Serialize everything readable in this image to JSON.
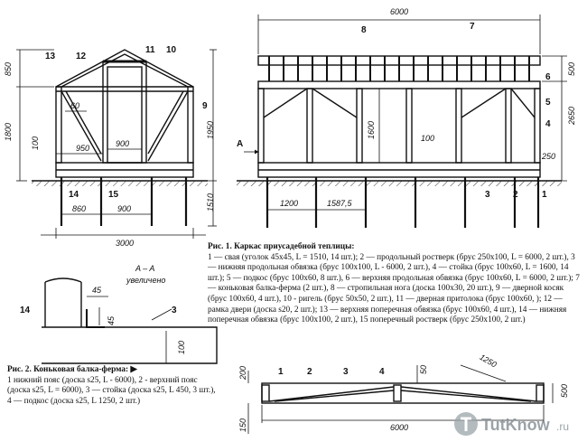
{
  "captions": {
    "fig1_title": "Рис. 1. Каркас приусадебной теплицы:",
    "fig1_legend": "1 — свая (уголок 45x45, L = 1510, 14 шт.); 2 — продольный ростверк (брус 250x100, L = 6000, 2 шт.), 3 — нижняя продольная обвязка (брус 100x100, L - 6000, 2 шт.), 4 — стойка (брус 100x60, L = 1600, 14 шт.); 5 — подкос (брус 100x60, 8 шт.), 6 — верхняя продольная обвязка (брус 100x60, L = 6000, 2 шт.); 7 — коньковая балка-ферма (2 шт.), 8 — стропильная нога (доска 100x30, 20 шт.), 9 — дверной косяк (брус 100x60, 4 шт.), 10 - ригель (брус 50x50, 2 шт.), 11 — дверная притолока (брус 100x60, ); 12 — рамка двери (доска s20, 2 шт.); 13 — верхняя поперечная обвязка (брус 100x60, 4 шт.), 14 — нижняя поперечная обвязка (брус 100x100, 2 шт.), 15 поперечный ростверк (брус 250x100, 2 шт.)",
    "fig2_title": "Рис. 2. Коньковая балка-ферма: ▶",
    "fig2_legend": "1 нижний пояс (доска s25, L - 6000), 2 - верхний пояс (доска s25, L = 6000), 3 — стойка (доска s25, L 450, 3 шт.), 4 — подкос (доска s25, L 1250, 2 шт.)"
  },
  "front_view": {
    "callouts": [
      "13",
      "12",
      "11",
      "10",
      "9",
      "14",
      "15"
    ],
    "dims": {
      "d850": "850",
      "d1800": "1800",
      "d60": "60",
      "d100": "100",
      "d950": "950",
      "d900": "900",
      "d1950": "1950",
      "d1510": "1510",
      "d860": "860",
      "d900b": "900",
      "d3000": "3000"
    }
  },
  "side_view": {
    "callouts": [
      "8",
      "7",
      "6",
      "5",
      "4",
      "3",
      "2",
      "1"
    ],
    "dims": {
      "d6000": "6000",
      "d500": "500",
      "d2650": "2650",
      "d1600": "1600",
      "d100": "100",
      "d250": "250",
      "d1200": "1200",
      "d1587": "1587,5"
    },
    "section_mark": "A"
  },
  "section": {
    "title": "A – A",
    "subtitle": "увеличено",
    "callouts": [
      "14",
      "3"
    ],
    "dims": {
      "d45": "45",
      "d45b": "45",
      "d100": "100"
    }
  },
  "truss": {
    "callouts": [
      "1",
      "2",
      "3",
      "4"
    ],
    "dims": {
      "d200": "200",
      "d50": "50",
      "d1250": "1250",
      "d500": "500",
      "d6000": "6000",
      "d150": "150"
    }
  },
  "watermark": {
    "brand": "TutKnow",
    "suffix": ".ru"
  }
}
